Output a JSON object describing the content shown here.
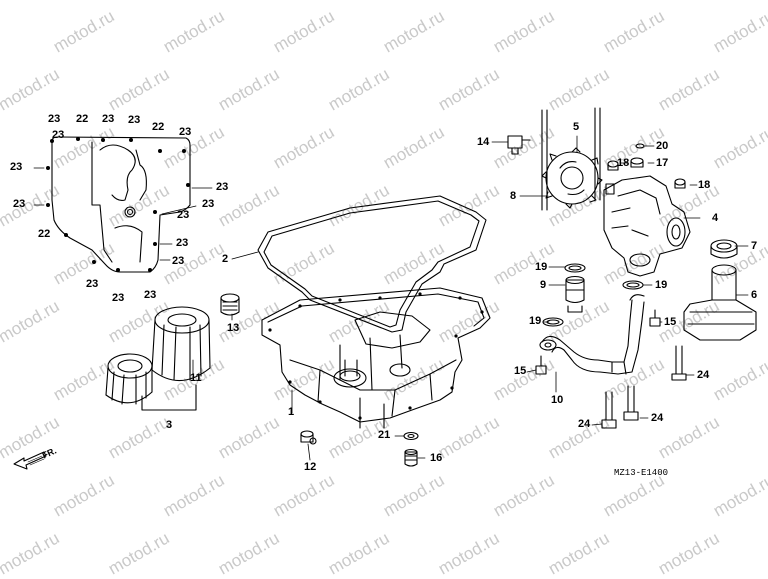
{
  "watermark": "motod.ru",
  "diagram_code": "MZ13-E1400",
  "front_marker": "FR.",
  "callouts": [
    "23",
    "22",
    "23",
    "23",
    "22",
    "23",
    "23",
    "23",
    "23",
    "23",
    "23",
    "23",
    "22",
    "23",
    "23",
    "23",
    "23",
    "2",
    "1",
    "3",
    "11",
    "12",
    "13",
    "14",
    "5",
    "8",
    "20",
    "18",
    "17",
    "18",
    "4",
    "19",
    "9",
    "19",
    "19",
    "7",
    "6",
    "15",
    "10",
    "15",
    "24",
    "24",
    "24",
    "21",
    "16"
  ]
}
